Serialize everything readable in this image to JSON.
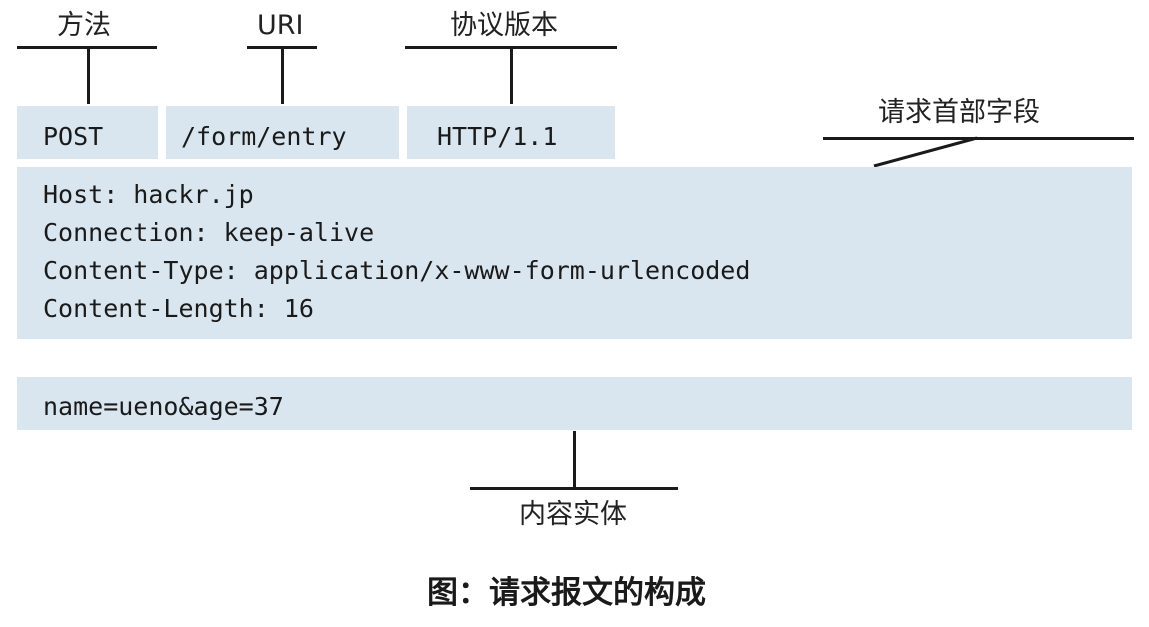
{
  "labels": {
    "method": "方法",
    "uri": "URI",
    "protocol_version": "协议版本",
    "request_headers": "请求首部字段",
    "entity_body": "内容实体"
  },
  "request_line": {
    "method": "POST",
    "uri": "/form/entry",
    "version": "HTTP/1.1"
  },
  "headers": [
    "Host: hackr.jp",
    "Connection: keep-alive",
    "Content-Type: application/x-www-form-urlencoded",
    "Content-Length: 16"
  ],
  "body": "name=ueno&age=37",
  "caption": "图：请求报文的构成",
  "colors": {
    "box_fill": "#d9e6ef",
    "line": "#1a1a1a",
    "text": "#1a1a1a"
  }
}
